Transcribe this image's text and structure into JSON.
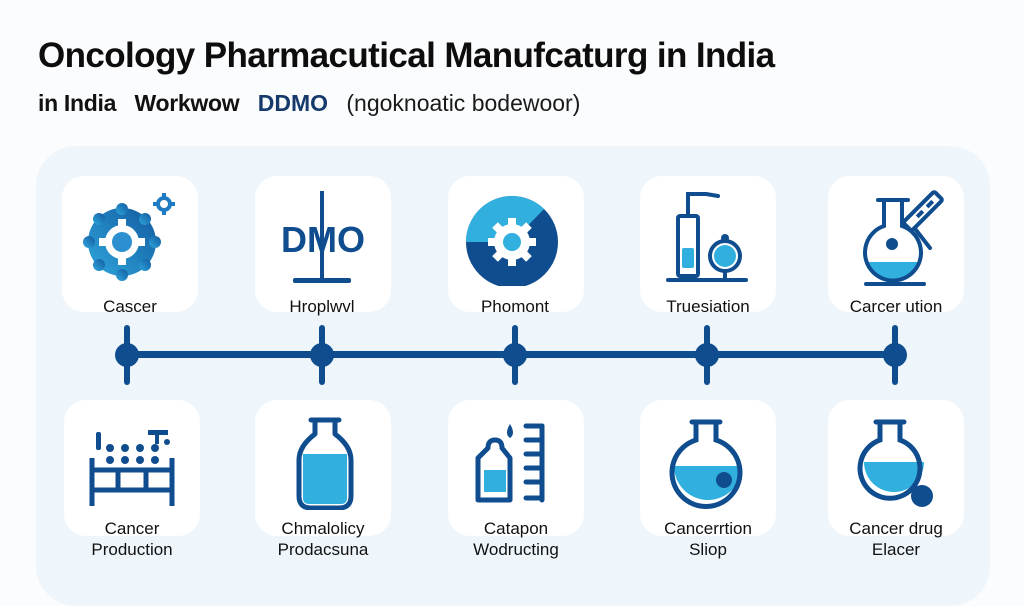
{
  "header": {
    "title": "Oncology Pharmacutical Manufcaturg in India",
    "subtitle_parts": [
      "in India",
      "Workwow",
      "DDMO",
      "(ngoknoatic bodewoor)"
    ]
  },
  "colors": {
    "dark_blue": "#0f4d8f",
    "light_blue": "#31b0e0",
    "panel_bg": "#eef6fb"
  },
  "timeline": {
    "top_steps": [
      {
        "label": "Cascer",
        "icon": "gear-icon"
      },
      {
        "label": "Hroplwvl",
        "icon": "dmo-logo-icon",
        "icon_text": "DMO"
      },
      {
        "label": "Phomont",
        "icon": "pie-gear-icon"
      },
      {
        "label": "Truesiation",
        "icon": "lab-equipment-icon"
      },
      {
        "label": "Carcer ution",
        "icon": "flask-pipette-icon"
      }
    ],
    "bottom_steps": [
      {
        "label_line1": "Cancer",
        "label_line2": "Production",
        "icon": "production-line-icon"
      },
      {
        "label_line1": "Chmalolicy",
        "label_line2": "Prodacsuna",
        "icon": "bottle-icon"
      },
      {
        "label_line1": "Catapon",
        "label_line2": "Wodructing",
        "icon": "vial-dropper-icon"
      },
      {
        "label_line1": "Cancerrtion",
        "label_line2": "Sliop",
        "icon": "round-flask-icon"
      },
      {
        "label_line1": "Cancer drug",
        "label_line2": "Elacer",
        "icon": "drug-flask-icon"
      }
    ]
  }
}
